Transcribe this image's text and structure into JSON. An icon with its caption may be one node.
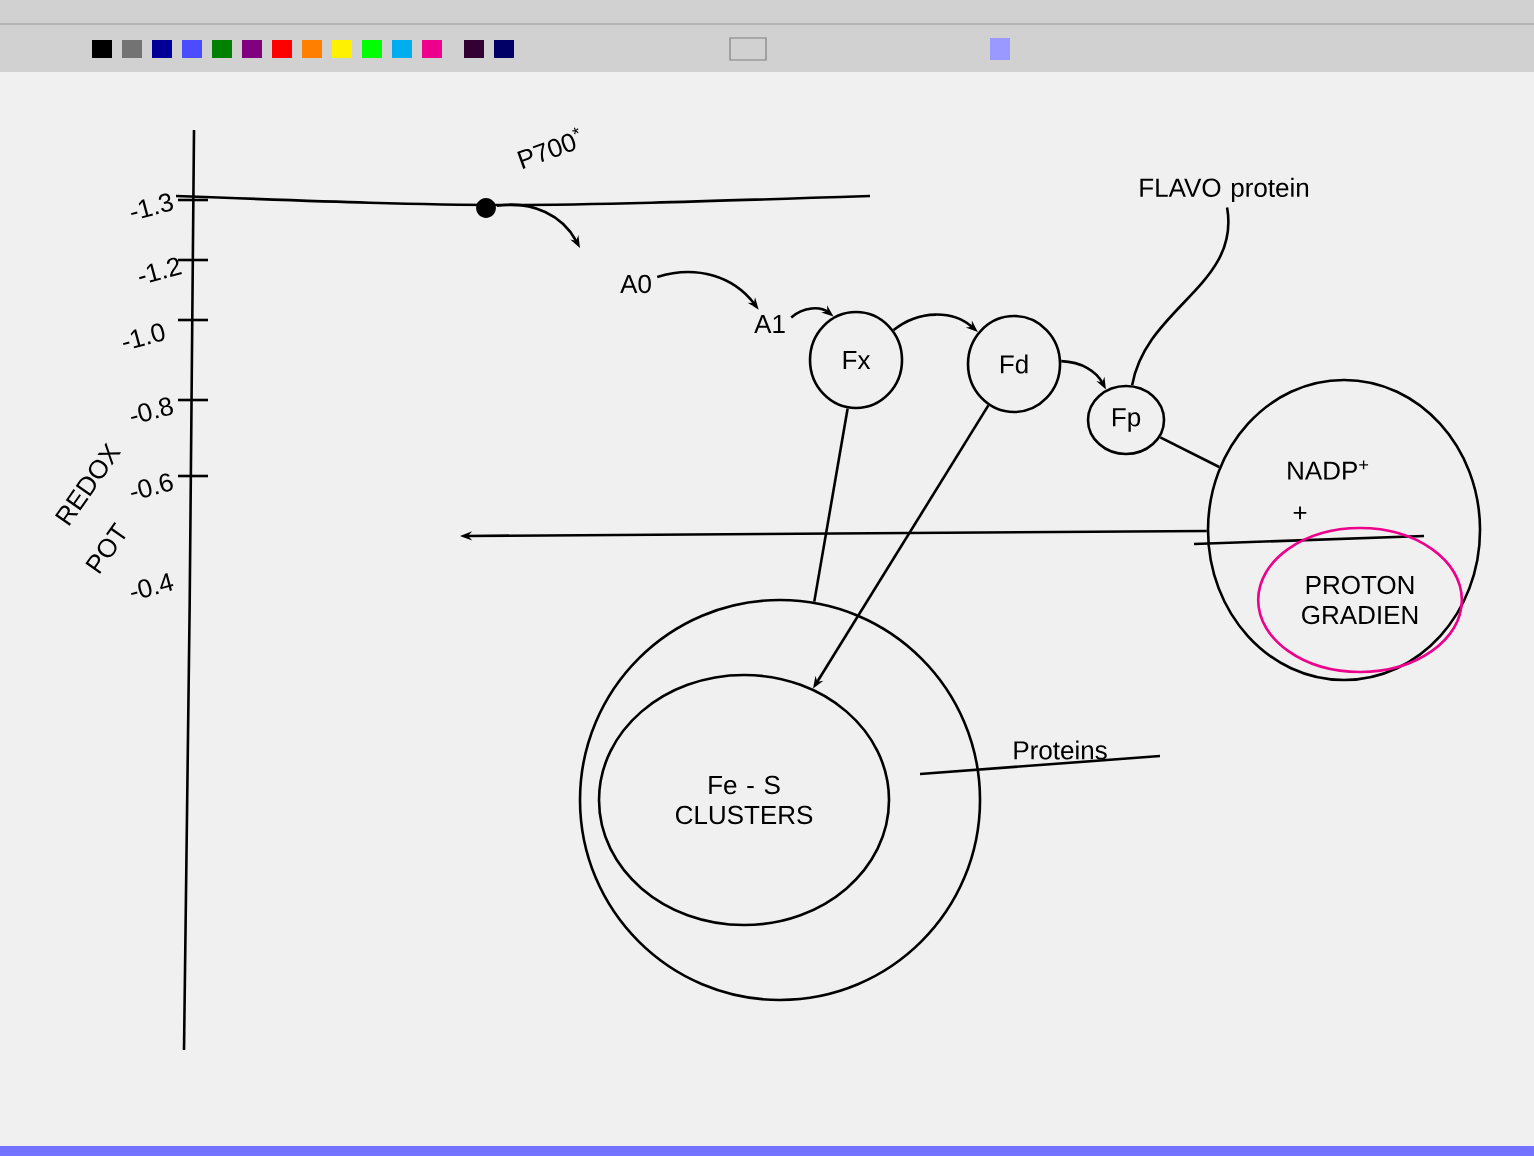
{
  "diagram": {
    "nodes": [
      {
        "text": [
          "P700$^{*}$"
        ]
      },
      {
        "text": [
          "A0"
        ]
      },
      {
        "text": [
          "A1"
        ]
      },
      {
        "text": [
          "Fx"
        ]
      },
      {
        "text": [
          "Fd"
        ]
      },
      {
        "text": [
          "Fp"
        ]
      },
      {
        "text": [
          "NADP$^{+}$",
          "+"
        ]
      },
      {
        "text": [
          "PROTON GRADIEN"
        ],
        "in": 6
      },
      {
        "text": [
          "Proteins"
        ]
      },
      {
        "text": [
          "Fe - S CLUSTERS"
        ],
        "in": 8
      },
      {
        "text": [
          "FLAVO protein"
        ]
      }
    ],
    "edges": [
      {
        "from": 0,
        "to": null,
        "arrow": "to"
      },
      {
        "from": 1,
        "to": 2,
        "arrow": "to"
      },
      {
        "from": 2,
        "to": 3,
        "arrow": "to"
      },
      {
        "from": 3,
        "to": 4,
        "arrow": "to"
      },
      {
        "from": 4,
        "to": 5,
        "arrow": "to"
      },
      {
        "from": 5,
        "to": 6,
        "arrow": "none"
      },
      {
        "from": 3,
        "to": 8,
        "arrow": "none"
      },
      {
        "from": 4,
        "to": 9,
        "arrow": "to"
      },
      {
        "from": 6,
        "to": null,
        "arrow": "to"
      },
      {
        "from": 10,
        "to": 5,
        "arrow": "none"
      }
    ],
    "labels": [
      "-1.3",
      "-1.2",
      "-1.0",
      "REDOX",
      "-0.8",
      "POT",
      "-0.6",
      "-0.4"
    ]
  }
}
